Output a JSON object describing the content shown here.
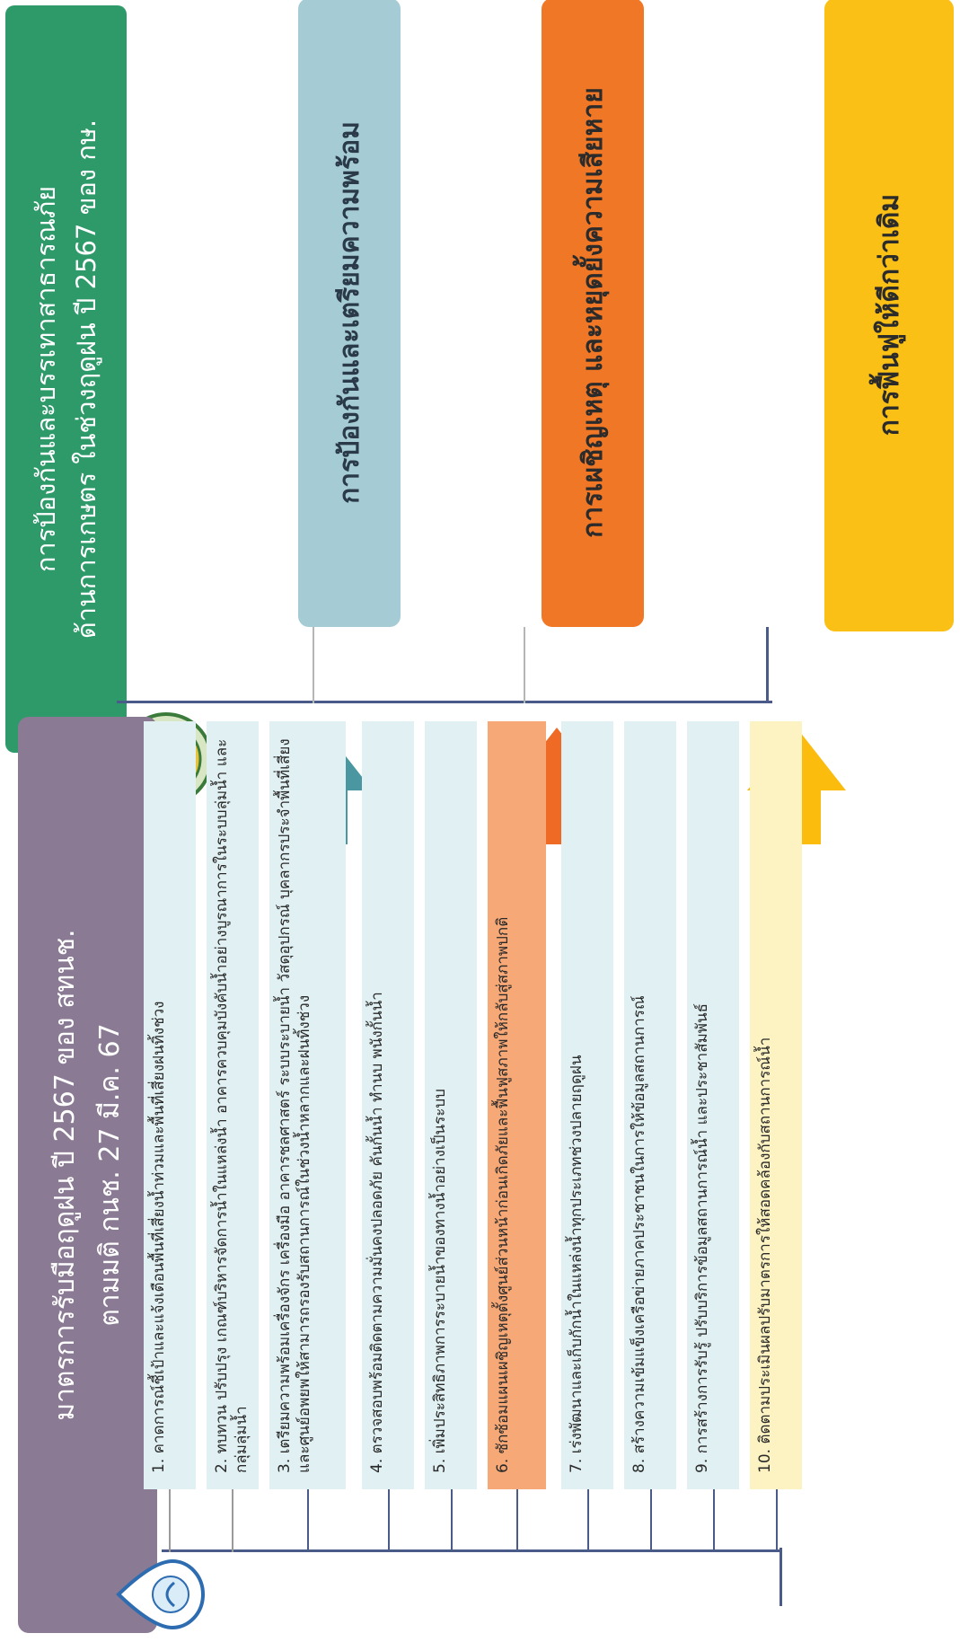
{
  "title_right": {
    "line1": "การป้องกันและบรรเทาสาธารณภัย",
    "line2": "ด้านการเกษตร ในช่วงฤดูฝน ปี 2567 ของ กษ."
  },
  "categories": [
    {
      "label": "การป้องกันและเตรียมความพร้อม",
      "color": "#a5ccd4"
    },
    {
      "label": "การเผชิญเหตุ และหยุดยั้งความเสียหาย",
      "color": "#f07726"
    },
    {
      "label": "การฟื้นฟูให้ดีกว่าเดิม",
      "color": "#fbc016"
    }
  ],
  "title_left": {
    "line1": "มาตรการรับมือฤดูฝน ปี 2567 ของ สทนช.",
    "line2": "ตามมติ กนช. 27 มี.ค. 67"
  },
  "measures": [
    {
      "text": "1. คาดการณ์ชี้เป้าและแจ้งเตือนพื้นที่เสี่ยงน้ำท่วมและพื้นที่เสี่ยงฝนทิ้งช่วง"
    },
    {
      "text": "2. ทบทวน ปรับปรุง เกณฑ์บริหารจัดการน้ำในแหล่งน้ำ อาคารควบคุมบังคับน้ำอย่างบูรณาการในระบบลุ่มน้ำ และกลุ่มลุ่มน้ำ"
    },
    {
      "text": "3. เตรียมความพร้อมเครื่องจักร เครื่องมือ อาคารชลศาสตร์ ระบบระบายน้ำ วัสดุอุปกรณ์ บุคลากรประจำพื้นที่เสี่ยง และศูนย์อพยพให้สามารถรองรับสถานการณ์ในช่วงน้ำหลากและฝนทิ้งช่วง"
    },
    {
      "text": "4. ตรวจสอบพร้อมติดตามความมั่นคงปลอดภัย คันกั้นน้ำ ทำนบ พนังกั้นน้ำ"
    },
    {
      "text": "5. เพิ่มประสิทธิภาพการระบายน้ำของทางน้ำอย่างเป็นระบบ"
    },
    {
      "text": "6. ซักซ้อมแผนเผชิญเหตุตั้งศูนย์ส่วนหน้าก่อนเกิดภัยและฟื้นฟูสภาพให้กลับสู่สภาพปกติ",
      "highlight": "orange"
    },
    {
      "text": "7. เร่งพัฒนาและเก็บกักน้ำในแหล่งน้ำทุกประเภทช่วงปลายฤดูฝน"
    },
    {
      "text": "8. สร้างความเข้มแข็งเครือข่ายภาคประชาชนในการให้ข้อมูลสถานการณ์"
    },
    {
      "text": "9. การสร้างการรับรู้ ปรับบริการข้อมูลสถานการณ์น้ำ และประชาสัมพันธ์"
    },
    {
      "text": "10. ติดตามประเมินผลปรับมาตรการให้สอดคล้องกับสถานการณ์น้ำ",
      "highlight": "yellow"
    }
  ],
  "colors": {
    "arrow_teal": "#4a97a1",
    "arrow_orange": "#ee6a25",
    "arrow_yellow": "#fbbc0e",
    "line_navy": "#4a5b8a"
  },
  "icons": {
    "logo_top": "moac-seal-icon",
    "logo_bottom": "onwr-logo-icon"
  }
}
